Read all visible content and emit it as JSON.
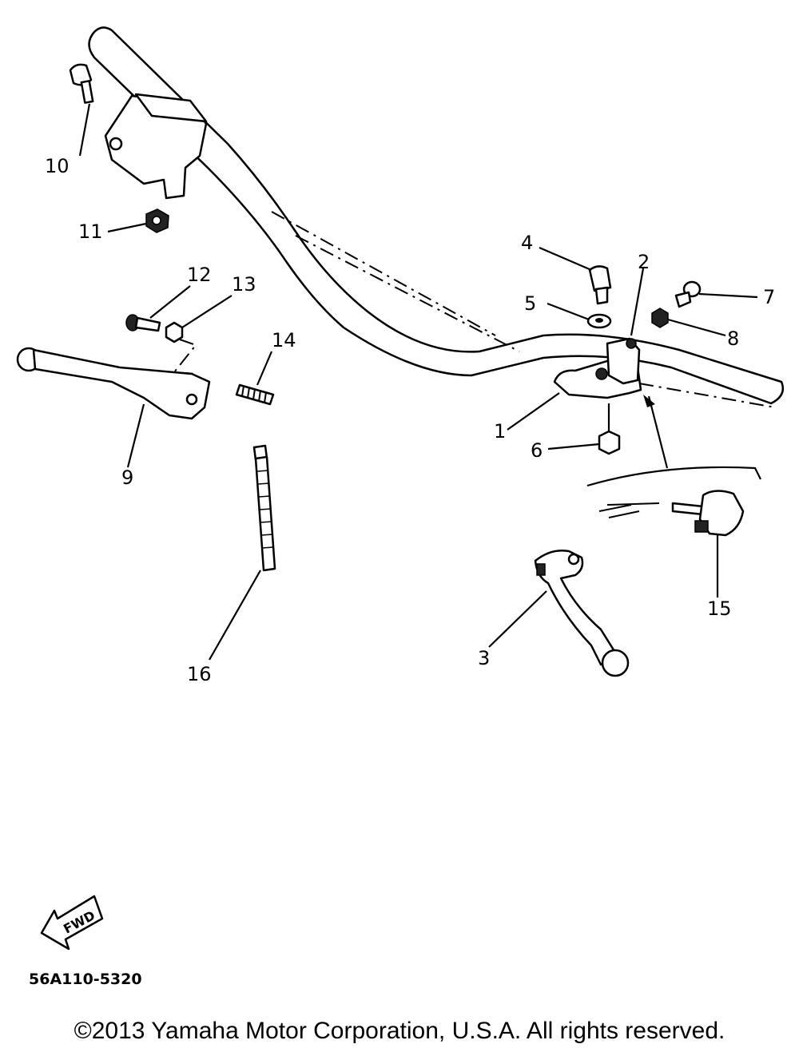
{
  "diagram": {
    "drawing_code": "56A110-5320",
    "fwd_label": "FWD",
    "callouts": [
      "1",
      "2",
      "3",
      "4",
      "5",
      "6",
      "7",
      "8",
      "9",
      "10",
      "11",
      "12",
      "13",
      "14",
      "15",
      "16"
    ]
  },
  "footer": {
    "copyright": "©2013 Yamaha Motor Corporation, U.S.A. All rights reserved."
  }
}
